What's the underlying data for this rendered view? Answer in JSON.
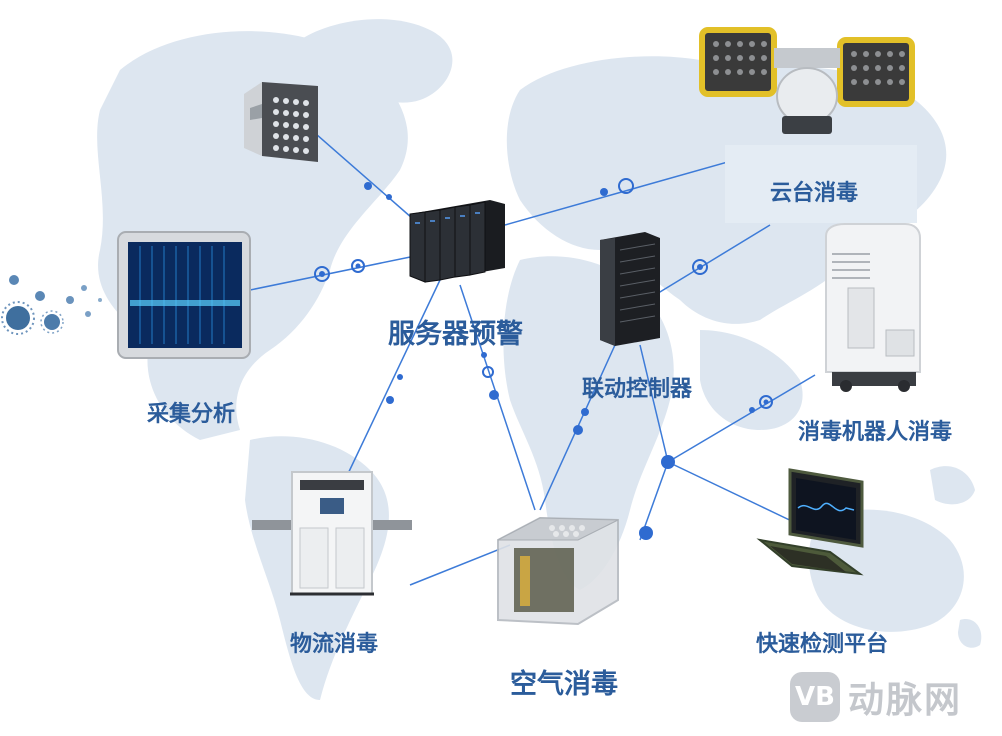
{
  "nodes": {
    "server": "服务器预警",
    "linkage": "联动控制器",
    "ptz": "云台消毒",
    "robot": "消毒机器人消毒",
    "collect": "采集分析",
    "logistics": "物流消毒",
    "air": "空气消毒",
    "detect": "快速检测平台"
  },
  "watermark": {
    "logo": "VB",
    "text": "动脉网"
  },
  "colors": {
    "line": "#3d7bd8",
    "label": "#2b5c9b",
    "map": "#dde6f0",
    "panel": "#e4ecf4"
  }
}
